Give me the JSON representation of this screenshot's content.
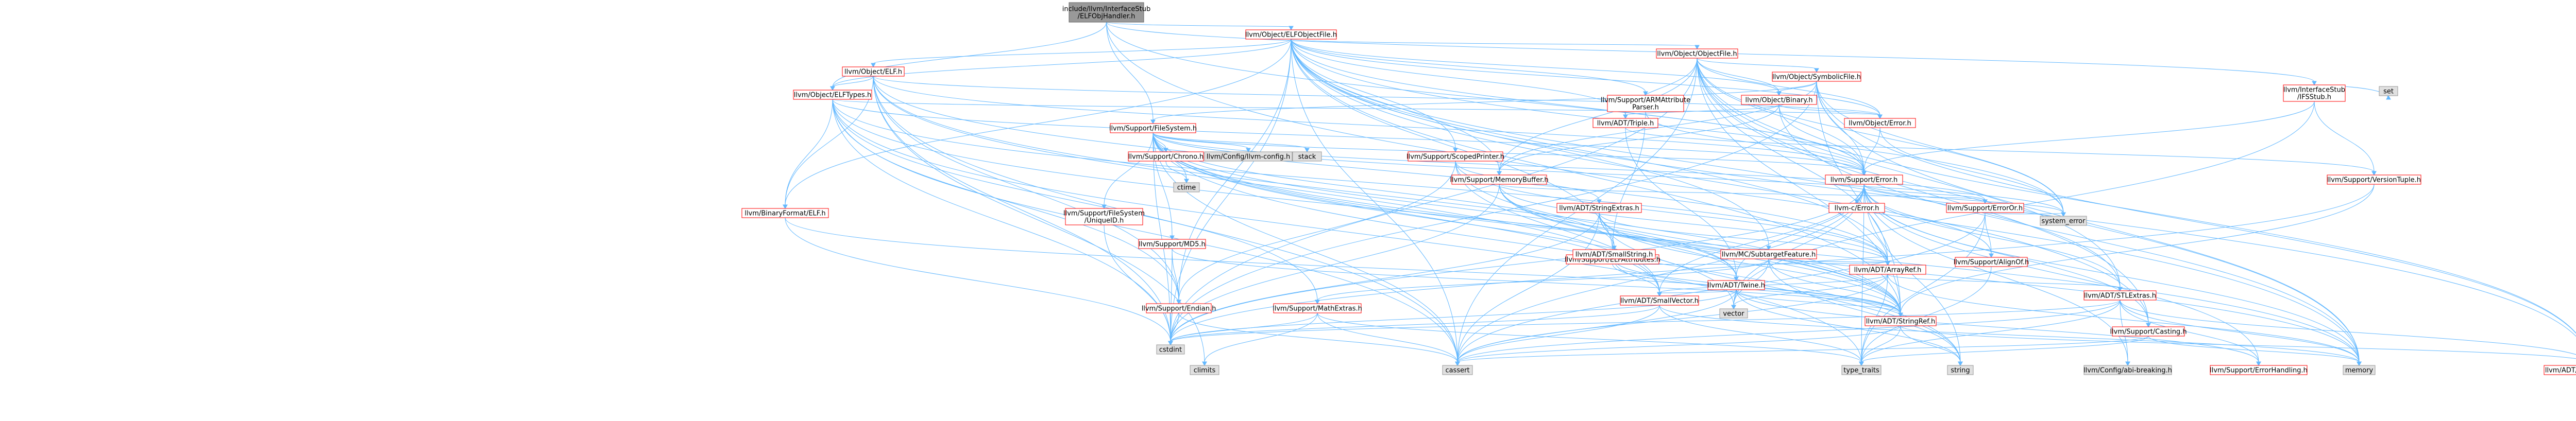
{
  "colors": {
    "root_fill": "#999999",
    "root_stroke": "#666666",
    "header_fill": "#ffffff",
    "header_stroke": "#ff0000",
    "leaf_fill": "#e0e0e0",
    "leaf_stroke": "#999999",
    "edge": "#63b8ff",
    "text": "#000000"
  },
  "nodes": [
    {
      "id": "root",
      "kind": "root",
      "lines": [
        "include/llvm/InterfaceStub",
        "/ELFObjHandler.h"
      ]
    },
    {
      "id": "elfobjectfile",
      "kind": "header",
      "lines": [
        "llvm/Object/ELFObjectFile.h"
      ]
    },
    {
      "id": "filesystem",
      "kind": "header",
      "lines": [
        "llvm/Support/FileSystem.h"
      ]
    },
    {
      "id": "objectfile",
      "kind": "header",
      "lines": [
        "llvm/Object/ObjectFile.h"
      ]
    },
    {
      "id": "symbolicfile",
      "kind": "header",
      "lines": [
        "llvm/Object/SymbolicFile.h"
      ]
    },
    {
      "id": "binary",
      "kind": "header",
      "lines": [
        "llvm/Object/Binary.h"
      ]
    },
    {
      "id": "elf",
      "kind": "header",
      "lines": [
        "llvm/Object/ELF.h"
      ]
    },
    {
      "id": "elftypes",
      "kind": "header",
      "lines": [
        "llvm/Object/ELFTypes.h"
      ]
    },
    {
      "id": "objerror",
      "kind": "header",
      "lines": [
        "llvm/Object/Error.h"
      ]
    },
    {
      "id": "triple",
      "kind": "header",
      "lines": [
        "llvm/ADT/Triple.h"
      ]
    },
    {
      "id": "armattr",
      "kind": "header",
      "lines": [
        "llvm/Support/ARMAttribute",
        "Parser.h"
      ]
    },
    {
      "id": "ifsstub",
      "kind": "header",
      "lines": [
        "llvm/InterfaceStub",
        "/IFSStub.h"
      ]
    },
    {
      "id": "set",
      "kind": "leaf",
      "lines": [
        "set"
      ]
    },
    {
      "id": "chrono",
      "kind": "header",
      "lines": [
        "llvm/Support/Chrono.h"
      ]
    },
    {
      "id": "config",
      "kind": "leaf",
      "lines": [
        "llvm/Config/llvm-config.h"
      ]
    },
    {
      "id": "stack",
      "kind": "leaf",
      "lines": [
        "stack"
      ]
    },
    {
      "id": "scopedprinter",
      "kind": "header",
      "lines": [
        "llvm/Support/ScopedPrinter.h"
      ]
    },
    {
      "id": "memorybuffer",
      "kind": "header",
      "lines": [
        "llvm/Support/MemoryBuffer.h"
      ]
    },
    {
      "id": "supporterror",
      "kind": "header",
      "lines": [
        "llvm/Support/Error.h"
      ]
    },
    {
      "id": "versiontuple",
      "kind": "header",
      "lines": [
        "llvm/Support/VersionTuple.h"
      ]
    },
    {
      "id": "binaryformatelf",
      "kind": "header",
      "lines": [
        "llvm/BinaryFormat/ELF.h"
      ]
    },
    {
      "id": "uniqueid",
      "kind": "header",
      "lines": [
        "llvm/Support/FileSystem",
        "/UniqueID.h"
      ]
    },
    {
      "id": "ctime",
      "kind": "leaf",
      "lines": [
        "ctime"
      ]
    },
    {
      "id": "md5",
      "kind": "header",
      "lines": [
        "llvm/Support/MD5.h"
      ]
    },
    {
      "id": "stringextras",
      "kind": "header",
      "lines": [
        "llvm/ADT/StringExtras.h"
      ]
    },
    {
      "id": "elfattributes",
      "kind": "header",
      "lines": [
        "llvm/Support/ELFAttributes.h"
      ]
    },
    {
      "id": "errorc",
      "kind": "header",
      "lines": [
        "llvm-c/Error.h"
      ]
    },
    {
      "id": "errorort",
      "kind": "header",
      "lines": [
        "llvm/Support/ErrorOr.h"
      ]
    },
    {
      "id": "subtarget",
      "kind": "header",
      "lines": [
        "llvm/MC/SubtargetFeature.h"
      ]
    },
    {
      "id": "smallstring",
      "kind": "header",
      "lines": [
        "llvm/ADT/SmallString.h"
      ]
    },
    {
      "id": "twine",
      "kind": "header",
      "lines": [
        "llvm/ADT/Twine.h"
      ]
    },
    {
      "id": "arrayref",
      "kind": "header",
      "lines": [
        "llvm/ADT/ArrayRef.h"
      ]
    },
    {
      "id": "alignof",
      "kind": "header",
      "lines": [
        "llvm/Support/AlignOf.h"
      ]
    },
    {
      "id": "systemerror",
      "kind": "leaf",
      "lines": [
        "system_error"
      ]
    },
    {
      "id": "endian",
      "kind": "header",
      "lines": [
        "llvm/Support/Endian.h"
      ]
    },
    {
      "id": "mathextras",
      "kind": "header",
      "lines": [
        "llvm/Support/MathExtras.h"
      ]
    },
    {
      "id": "smallvector",
      "kind": "header",
      "lines": [
        "llvm/ADT/SmallVector.h"
      ]
    },
    {
      "id": "stringref",
      "kind": "header",
      "lines": [
        "llvm/ADT/StringRef.h"
      ]
    },
    {
      "id": "vector",
      "kind": "leaf",
      "lines": [
        "vector"
      ]
    },
    {
      "id": "stlextras",
      "kind": "header",
      "lines": [
        "llvm/ADT/STLExtras.h"
      ]
    },
    {
      "id": "casting",
      "kind": "header",
      "lines": [
        "llvm/Support/Casting.h"
      ]
    },
    {
      "id": "cstdint",
      "kind": "leaf",
      "lines": [
        "cstdint"
      ]
    },
    {
      "id": "climits",
      "kind": "leaf",
      "lines": [
        "climits"
      ]
    },
    {
      "id": "cassert",
      "kind": "leaf",
      "lines": [
        "cassert"
      ]
    },
    {
      "id": "typetraits",
      "kind": "leaf",
      "lines": [
        "type_traits"
      ]
    },
    {
      "id": "string",
      "kind": "leaf",
      "lines": [
        "string"
      ]
    },
    {
      "id": "abibreaking",
      "kind": "leaf",
      "lines": [
        "llvm/Config/abi-breaking.h"
      ]
    },
    {
      "id": "errorhandling",
      "kind": "header",
      "lines": [
        "llvm/Support/ErrorHandling.h"
      ]
    },
    {
      "id": "memory",
      "kind": "leaf",
      "lines": [
        "memory"
      ]
    },
    {
      "id": "iteratorrange",
      "kind": "header",
      "lines": [
        "llvm/ADT/iterator_range.h"
      ]
    }
  ],
  "edges": [
    [
      "root",
      "elfobjectfile"
    ],
    [
      "root",
      "filesystem"
    ],
    [
      "root",
      "elftypes"
    ],
    [
      "root",
      "ifsstub"
    ],
    [
      "root",
      "supporterror"
    ],
    [
      "root",
      "memory"
    ],
    [
      "elfobjectfile",
      "objectfile"
    ],
    [
      "elfobjectfile",
      "elf"
    ],
    [
      "elfobjectfile",
      "elftypes"
    ],
    [
      "elfobjectfile",
      "binary"
    ],
    [
      "elfobjectfile",
      "objerror"
    ],
    [
      "elfobjectfile",
      "triple"
    ],
    [
      "elfobjectfile",
      "armattr"
    ],
    [
      "elfobjectfile",
      "scopedprinter"
    ],
    [
      "elfobjectfile",
      "memorybuffer"
    ],
    [
      "elfobjectfile",
      "supporterror"
    ],
    [
      "elfobjectfile",
      "elfattributes"
    ],
    [
      "elfobjectfile",
      "subtarget"
    ],
    [
      "elfobjectfile",
      "arrayref"
    ],
    [
      "elfobjectfile",
      "stringref"
    ],
    [
      "elfobjectfile",
      "stlextras"
    ],
    [
      "elfobjectfile",
      "binaryformatelf"
    ],
    [
      "elfobjectfile",
      "endian"
    ],
    [
      "elfobjectfile",
      "casting"
    ],
    [
      "elfobjectfile",
      "cstdint"
    ],
    [
      "elfobjectfile",
      "cassert"
    ],
    [
      "elfobjectfile",
      "systemerror"
    ],
    [
      "elfobjectfile",
      "iteratorrange"
    ],
    [
      "objectfile",
      "symbolicfile"
    ],
    [
      "objectfile",
      "binary"
    ],
    [
      "objectfile",
      "objerror"
    ],
    [
      "objectfile",
      "triple"
    ],
    [
      "objectfile",
      "memorybuffer"
    ],
    [
      "objectfile",
      "supporterror"
    ],
    [
      "objectfile",
      "casting"
    ],
    [
      "objectfile",
      "memory"
    ],
    [
      "objectfile",
      "systemerror"
    ],
    [
      "objectfile",
      "iteratorrange"
    ],
    [
      "objectfile",
      "stringref"
    ],
    [
      "objectfile",
      "cassert"
    ],
    [
      "objectfile",
      "cstdint"
    ],
    [
      "objectfile",
      "arrayref"
    ],
    [
      "objectfile",
      "stlextras"
    ],
    [
      "symbolicfile",
      "binary"
    ],
    [
      "symbolicfile",
      "filesystem"
    ],
    [
      "symbolicfile",
      "supporterror"
    ],
    [
      "symbolicfile",
      "memorybuffer"
    ],
    [
      "symbolicfile",
      "iteratorrange"
    ],
    [
      "symbolicfile",
      "format"
    ],
    [
      "symbolicfile",
      "stringref"
    ],
    [
      "symbolicfile",
      "cstdint"
    ],
    [
      "symbolicfile",
      "memory"
    ],
    [
      "symbolicfile",
      "systemerror"
    ],
    [
      "binary",
      "objerror"
    ],
    [
      "binary",
      "triple"
    ],
    [
      "binary",
      "supporterror"
    ],
    [
      "binary",
      "memorybuffer"
    ],
    [
      "binary",
      "memory"
    ],
    [
      "binary",
      "utility"
    ],
    [
      "elf",
      "elftypes"
    ],
    [
      "elf",
      "binaryformatelf"
    ],
    [
      "elf",
      "objerror"
    ],
    [
      "elf",
      "supporterror"
    ],
    [
      "elf",
      "arrayref"
    ],
    [
      "elf",
      "smallvector"
    ],
    [
      "elf",
      "stringref"
    ],
    [
      "elf",
      "cassert"
    ],
    [
      "elf",
      "cstddef"
    ],
    [
      "elf",
      "cstdint"
    ],
    [
      "elf",
      "climits"
    ],
    [
      "elf",
      "endian"
    ],
    [
      "elftypes",
      "arrayref"
    ],
    [
      "elftypes",
      "stringref"
    ],
    [
      "elftypes",
      "binaryformatelf"
    ],
    [
      "elftypes",
      "objerror"
    ],
    [
      "elftypes",
      "endian"
    ],
    [
      "elftypes",
      "supporterror"
    ],
    [
      "elftypes",
      "mathextras"
    ],
    [
      "elftypes",
      "cassert"
    ],
    [
      "elftypes",
      "cstdint"
    ],
    [
      "elftypes",
      "cstring"
    ],
    [
      "elftypes",
      "typetraits"
    ],
    [
      "objerror",
      "supporterror"
    ],
    [
      "objerror",
      "systemerror"
    ],
    [
      "triple",
      "twine"
    ],
    [
      "triple",
      "versiontuple"
    ],
    [
      "armattr",
      "supporterror"
    ],
    [
      "armattr",
      "elfattributes"
    ],
    [
      "ifsstub",
      "supporterror"
    ],
    [
      "ifsstub",
      "versiontuple"
    ],
    [
      "ifsstub",
      "set"
    ],
    [
      "ifsstub",
      "vector"
    ],
    [
      "filesystem",
      "chrono"
    ],
    [
      "filesystem",
      "config"
    ],
    [
      "filesystem",
      "stack"
    ],
    [
      "filesystem",
      "uniqueid"
    ],
    [
      "filesystem",
      "md5"
    ],
    [
      "filesystem",
      "supporterror"
    ],
    [
      "filesystem",
      "errorort"
    ],
    [
      "filesystem",
      "smallstring"
    ],
    [
      "filesystem",
      "twine"
    ],
    [
      "filesystem",
      "stringref"
    ],
    [
      "filesystem",
      "smallvector"
    ],
    [
      "filesystem",
      "cassert"
    ],
    [
      "filesystem",
      "cstdint"
    ],
    [
      "filesystem",
      "ctime"
    ],
    [
      "filesystem",
      "memory"
    ],
    [
      "filesystem",
      "string"
    ],
    [
      "filesystem",
      "systemerror"
    ],
    [
      "filesystem",
      "vector"
    ],
    [
      "chrono",
      "ctime"
    ],
    [
      "uniqueid",
      "cstdint"
    ],
    [
      "md5",
      "endian"
    ],
    [
      "md5",
      "stringref"
    ],
    [
      "md5",
      "cstdint"
    ],
    [
      "scopedprinter",
      "stringextras"
    ],
    [
      "scopedprinter",
      "arrayref"
    ],
    [
      "scopedprinter",
      "smallvector"
    ],
    [
      "scopedprinter",
      "stringref"
    ],
    [
      "scopedprinter",
      "endian"
    ],
    [
      "stringextras",
      "arrayref"
    ],
    [
      "stringextras",
      "smallstring"
    ],
    [
      "stringextras",
      "stringref"
    ],
    [
      "stringextras",
      "twine"
    ],
    [
      "stringextras",
      "cassert"
    ],
    [
      "stringextras",
      "cstdint"
    ],
    [
      "stringextras",
      "cstddef"
    ],
    [
      "stringextras",
      "string"
    ],
    [
      "stringextras",
      "utility"
    ],
    [
      "memorybuffer",
      "twine"
    ],
    [
      "memorybuffer",
      "arrayref"
    ],
    [
      "memorybuffer",
      "stringref"
    ],
    [
      "memorybuffer",
      "errorort"
    ],
    [
      "memorybuffer",
      "cstddef"
    ],
    [
      "memorybuffer",
      "cstdint"
    ],
    [
      "memorybuffer",
      "memory"
    ],
    [
      "supporterror",
      "errorc"
    ],
    [
      "supporterror",
      "stlextras"
    ],
    [
      "supporterror",
      "smallvector"
    ],
    [
      "supporterror",
      "abibreaking"
    ],
    [
      "supporterror",
      "alignof"
    ],
    [
      "supporterror",
      "errorhandling"
    ],
    [
      "supporterror",
      "errorort"
    ],
    [
      "supporterror",
      "twine"
    ],
    [
      "supporterror",
      "cassert"
    ],
    [
      "supporterror",
      "cstdint"
    ],
    [
      "supporterror",
      "memory"
    ],
    [
      "supporterror",
      "string"
    ],
    [
      "supporterror",
      "systemerror"
    ],
    [
      "supporterror",
      "typetraits"
    ],
    [
      "supporterror",
      "vector"
    ],
    [
      "supporterror",
      "casting"
    ],
    [
      "versiontuple",
      "stringref"
    ],
    [
      "versiontuple",
      "cstdint"
    ],
    [
      "binaryformatelf",
      "stringref"
    ],
    [
      "binaryformatelf",
      "cstdint"
    ],
    [
      "binaryformatelf",
      "cstring"
    ],
    [
      "elfattributes",
      "arrayref"
    ],
    [
      "elfattributes",
      "stringref"
    ],
    [
      "errorort",
      "alignof"
    ],
    [
      "errorort",
      "cassert"
    ],
    [
      "errorort",
      "systemerror"
    ],
    [
      "errorort",
      "typetraits"
    ],
    [
      "subtarget",
      "arrayref"
    ],
    [
      "subtarget",
      "stringref"
    ],
    [
      "subtarget",
      "mathextras"
    ],
    [
      "subtarget",
      "string"
    ],
    [
      "subtarget",
      "vector"
    ],
    [
      "smallstring",
      "smallvector"
    ],
    [
      "smallstring",
      "stringref"
    ],
    [
      "smallstring",
      "cstddef"
    ],
    [
      "twine",
      "smallvector"
    ],
    [
      "twine",
      "stringref"
    ],
    [
      "twine",
      "errorhandling"
    ],
    [
      "twine",
      "cassert"
    ],
    [
      "twine",
      "cstdint"
    ],
    [
      "twine",
      "string"
    ],
    [
      "arrayref",
      "smallvector"
    ],
    [
      "arrayref",
      "stlextras"
    ],
    [
      "arrayref",
      "cassert"
    ],
    [
      "arrayref",
      "cstddef"
    ],
    [
      "arrayref",
      "memory"
    ],
    [
      "arrayref",
      "typetraits"
    ],
    [
      "arrayref",
      "vector"
    ],
    [
      "alignof",
      "typetraits"
    ],
    [
      "endian",
      "cstdint"
    ],
    [
      "endian",
      "cstring"
    ],
    [
      "endian",
      "cassert"
    ],
    [
      "mathextras",
      "cassert"
    ],
    [
      "mathextras",
      "climits"
    ],
    [
      "mathextras",
      "cstdint"
    ],
    [
      "mathextras",
      "cstring"
    ],
    [
      "mathextras",
      "typetraits"
    ],
    [
      "smallvector",
      "cassert"
    ],
    [
      "smallvector",
      "cstddef"
    ],
    [
      "smallvector",
      "cstdint"
    ],
    [
      "smallvector",
      "memory"
    ],
    [
      "smallvector",
      "typetraits"
    ],
    [
      "stringref",
      "iteratorrange"
    ],
    [
      "stringref",
      "cassert"
    ],
    [
      "stringref",
      "cstddef"
    ],
    [
      "stringref",
      "cstring"
    ],
    [
      "stringref",
      "string"
    ],
    [
      "stringref",
      "typetraits"
    ],
    [
      "stlextras",
      "abibreaking"
    ],
    [
      "stlextras",
      "errorhandling"
    ],
    [
      "stlextras",
      "iteratorrange"
    ],
    [
      "stlextras",
      "cassert"
    ],
    [
      "stlextras",
      "cstdint"
    ],
    [
      "stlextras",
      "memory"
    ],
    [
      "stlextras",
      "typetraits"
    ],
    [
      "casting",
      "typetraits"
    ],
    [
      "casting",
      "memory"
    ],
    [
      "casting",
      "cassert"
    ]
  ]
}
